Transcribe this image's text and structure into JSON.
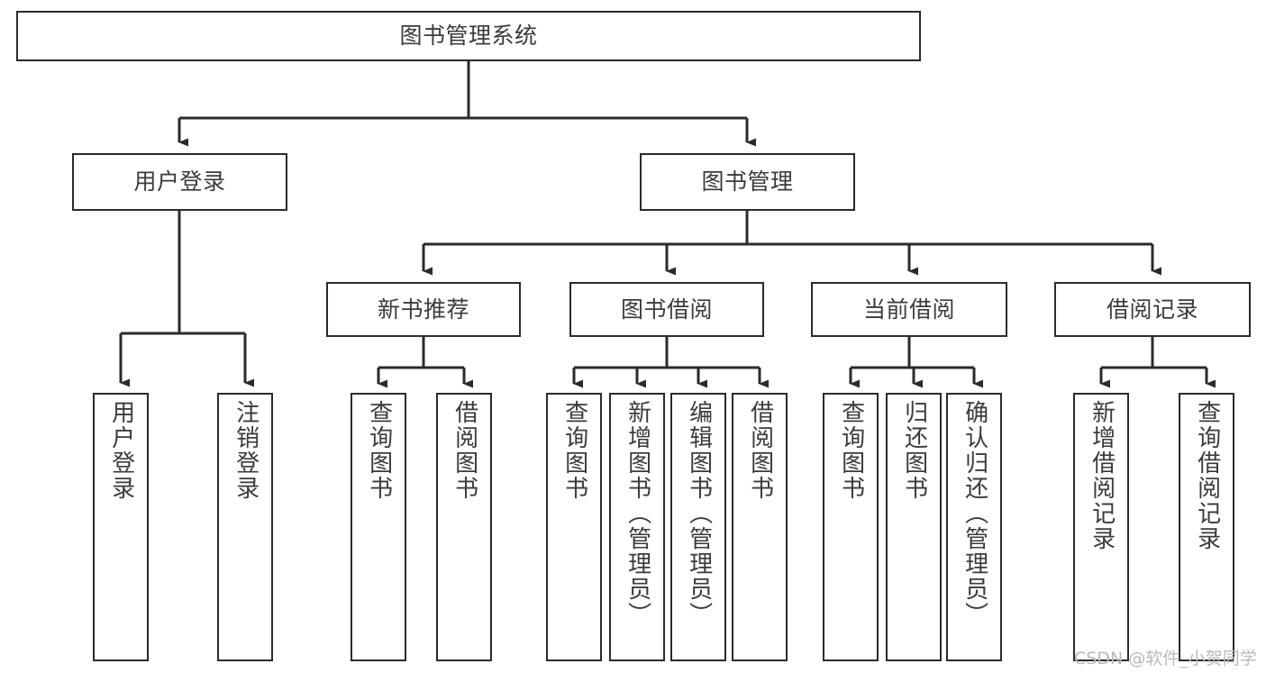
{
  "diagram": {
    "title": "图书管理系统",
    "watermark": "CSDN @软件_小贺同学",
    "colors": {
      "box_border": "#2b2b2b",
      "connector": "#2b2b2b",
      "text": "#3b3b3b",
      "background": "#ffffff",
      "watermark": "#b9b9b9"
    },
    "root": {
      "label": "图书管理系统"
    },
    "level2": [
      {
        "label": "用户登录"
      },
      {
        "label": "图书管理"
      }
    ],
    "level3": [
      {
        "label": "新书推荐"
      },
      {
        "label": "图书借阅"
      },
      {
        "label": "当前借阅"
      },
      {
        "label": "借阅记录"
      }
    ],
    "leaves": {
      "user_login": [
        {
          "label": "用户登录"
        },
        {
          "label": "注销登录"
        }
      ],
      "new_book_recommend": [
        {
          "label": "查询图书"
        },
        {
          "label": "借阅图书"
        }
      ],
      "book_borrow": [
        {
          "label": "查询图书"
        },
        {
          "label": "新增图书（管理员）"
        },
        {
          "label": "编辑图书（管理员）"
        },
        {
          "label": "借阅图书"
        }
      ],
      "current_borrow": [
        {
          "label": "查询图书"
        },
        {
          "label": "归还图书"
        },
        {
          "label": "确认归还（管理员）"
        }
      ],
      "borrow_record": [
        {
          "label": "新增借阅记录"
        },
        {
          "label": "查询借阅记录"
        }
      ]
    }
  }
}
